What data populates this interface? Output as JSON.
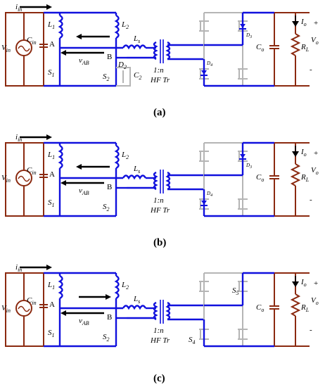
{
  "panels": [
    {
      "caption": "(a)",
      "labels": {
        "iin": "i",
        "iin_sub": "in",
        "vin": "V",
        "vin_sub": "in",
        "cin": "C",
        "cin_sub": "in",
        "l1": "L",
        "l1_sub": "1",
        "l2": "L",
        "l2_sub": "2",
        "ls": "L",
        "ls_sub": "s",
        "node_a": "A",
        "node_b": "B",
        "vab": "v",
        "vab_sub": "AB",
        "s1": "S",
        "s1_sub": "1",
        "s2": "S",
        "s2_sub": "2",
        "d2": "D",
        "d2_sub": "2",
        "c2": "C",
        "c2_sub": "2",
        "ratio": "1:n",
        "hftr": "HF Tr",
        "d3": "D",
        "d3_sub": "3",
        "d4": "D",
        "d4_sub": "4",
        "co": "C",
        "co_sub": "o",
        "rl": "R",
        "rl_sub": "L",
        "io": "I",
        "io_sub": "o",
        "vo": "V",
        "vo_sub": "o",
        "plus": "+",
        "minus": "-"
      }
    },
    {
      "caption": "(b)",
      "labels": {
        "iin": "i",
        "iin_sub": "in",
        "vin": "V",
        "vin_sub": "in",
        "cin": "C",
        "cin_sub": "in",
        "l1": "L",
        "l1_sub": "1",
        "l2": "L",
        "l2_sub": "2",
        "ls": "L",
        "ls_sub": "s",
        "node_a": "A",
        "node_b": "B",
        "vab": "v",
        "vab_sub": "AB",
        "s1": "S",
        "s1_sub": "1",
        "s2": "S",
        "s2_sub": "2",
        "ratio": "1:n",
        "hftr": "HF Tr",
        "d3": "D",
        "d3_sub": "3",
        "d4": "D",
        "d4_sub": "4",
        "co": "C",
        "co_sub": "o",
        "rl": "R",
        "rl_sub": "L",
        "io": "I",
        "io_sub": "o",
        "vo": "V",
        "vo_sub": "o",
        "plus": "+",
        "minus": "-"
      }
    },
    {
      "caption": "(c)",
      "labels": {
        "iin": "i",
        "iin_sub": "in",
        "vin": "V",
        "vin_sub": "in",
        "cin": "C",
        "cin_sub": "in",
        "l1": "L",
        "l1_sub": "1",
        "l2": "L",
        "l2_sub": "2",
        "ls": "L",
        "ls_sub": "s",
        "node_a": "A",
        "node_b": "B",
        "vab": "v",
        "vab_sub": "AB",
        "s1": "S",
        "s1_sub": "1",
        "s2": "S",
        "s2_sub": "2",
        "ratio": "1:n",
        "hftr": "HF Tr",
        "s4": "S",
        "s4_sub": "4",
        "s5": "S",
        "s5_sub": "5",
        "co": "C",
        "co_sub": "o",
        "rl": "R",
        "rl_sub": "L",
        "io": "I",
        "io_sub": "o",
        "vo": "V",
        "vo_sub": "o",
        "plus": "+",
        "minus": "-"
      }
    }
  ],
  "colors": {
    "active_wire": "#1010dd",
    "source_load": "#8b2a10",
    "inactive": "#b5b5b5",
    "arrow": "#000000"
  }
}
